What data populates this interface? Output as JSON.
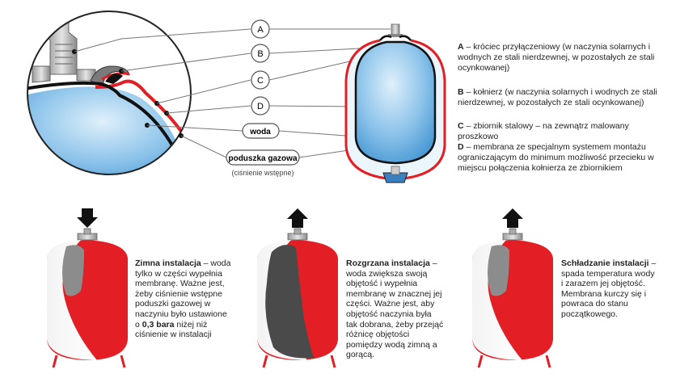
{
  "callouts": {
    "a": "A",
    "b": "B",
    "c": "C",
    "d": "D",
    "water": "woda",
    "gas_cushion": "poduszka gazowa",
    "gas_cushion_note": "(ciśnienie wstępne)"
  },
  "legend": [
    {
      "key": "A",
      "text": " – króciec przyłączeniowy (w naczynia solarnych i wodnych ze stali nierdzewnej, w pozostałych ze stali ocynkowanej)"
    },
    {
      "key": "B",
      "text": " – kołnierz (w naczynia solarnych i wodnych ze stali nierdzewnej, w pozostałych ze stali ocynkowanej)"
    },
    {
      "key": "C",
      "text": " – zbiornik stalowy – na zewnątrz malowany proszkowo"
    },
    {
      "key": "D",
      "text": " – membrana ze specjalnym systemem montażu ograniczającym do minimum możliwość przecieku w miejscu połączenia kołnierza ze zbiornikiem"
    }
  ],
  "stages": [
    {
      "title": "Zimna instalacja",
      "arrow": "down",
      "text_before": " – woda tylko w części wypełnia membranę. Ważne jest, żeby ciśnienie wstępne poduszki gazowej w naczyniu było ustawione o ",
      "bold_value": "0,3 bara",
      "text_after": " niżej niż ciśnienie w instalacji"
    },
    {
      "title": "Rozgrzana instalacja",
      "arrow": "up",
      "text_before": " – woda zwiększa swoją objętość i wypełnia membranę w znacznej jej części. Ważne jest, aby objętość naczynia była tak dobrana, żeby przejąć różnicę objętości pomiędzy wodą zimną a gorącą.",
      "bold_value": "",
      "text_after": ""
    },
    {
      "title": "Schładzanie instalacji",
      "arrow": "up",
      "text_before": " – spada temperatura wody i zarazem jej objętość. Membrana kurczy się i powraca do stanu początkowego.",
      "bold_value": "",
      "text_after": ""
    }
  ],
  "colors": {
    "tank_red": "#e31e24",
    "water_blue": "#4a9fd8",
    "membrane_black": "#111111",
    "cold_water_gray": "#8c8c8c",
    "hot_water_gray": "#4a4a4a"
  },
  "icons": [
    "arrow-down-icon",
    "arrow-up-icon"
  ]
}
